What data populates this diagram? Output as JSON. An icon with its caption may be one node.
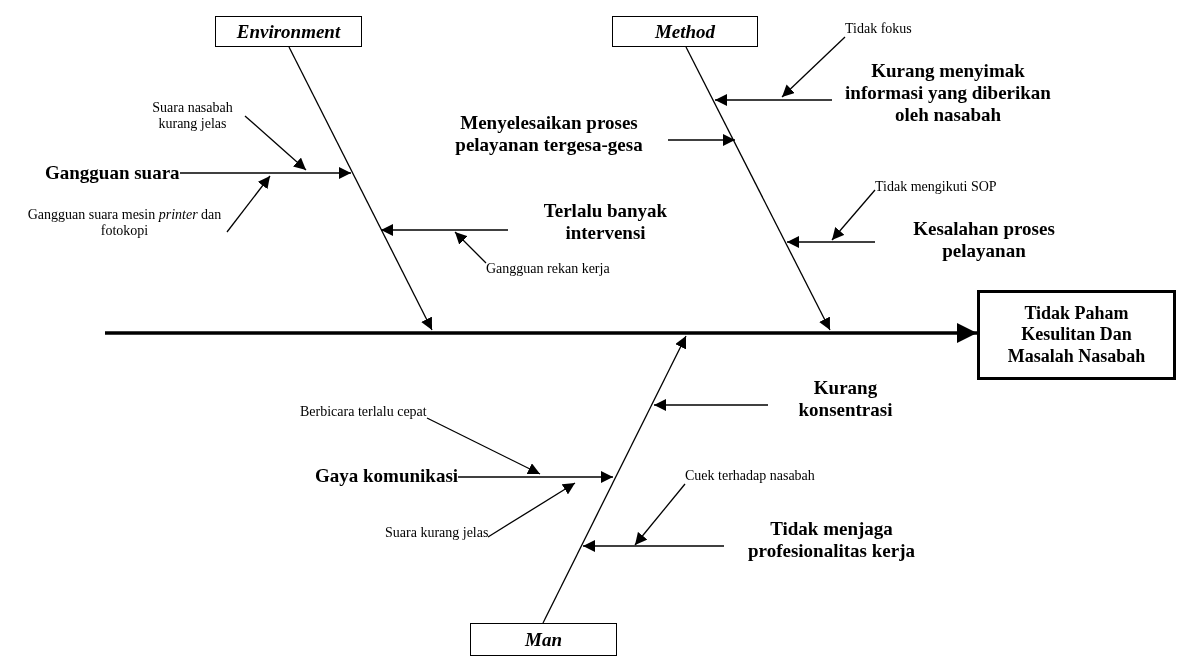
{
  "diagram": {
    "nodes": [
      {
        "text": [
          "Environment"
        ]
      },
      {
        "text": [
          "Method"
        ]
      },
      {
        "text": [
          "Man"
        ]
      },
      {
        "text": [
          "Tidak Paham Kesulitan Dan Masalah Nasabah"
        ]
      },
      {
        "text": [
          "Gangguan suara"
        ]
      },
      {
        "text": [
          "Suara nasabah kurang jelas"
        ]
      },
      {
        "text": [
          "Gangguan suara mesin *printer* dan fotokopi"
        ]
      },
      {
        "text": [
          "Terlalu banyak intervensi"
        ]
      },
      {
        "text": [
          "Gangguan rekan kerja"
        ]
      },
      {
        "text": [
          "Tidak fokus"
        ]
      },
      {
        "text": [
          "Kurang menyimak informasi yang diberikan oleh nasabah"
        ]
      },
      {
        "text": [
          "Menyelesaikan proses pelayanan tergesa-gesa"
        ]
      },
      {
        "text": [
          "Tidak mengikuti SOP"
        ]
      },
      {
        "text": [
          "Kesalahan proses pelayanan"
        ]
      },
      {
        "text": [
          "Kurang konsentrasi"
        ]
      },
      {
        "text": [
          "Berbicara terlalu cepat"
        ]
      },
      {
        "text": [
          "Gaya komunikasi"
        ]
      },
      {
        "text": [
          "Suara kurang jelas"
        ]
      },
      {
        "text": [
          "Cuek terhadap nasabah"
        ]
      },
      {
        "text": [
          "Tidak menjaga profesionalitas kerja"
        ]
      }
    ],
    "edges": [
      {
        "from": null,
        "to": 3,
        "arrow": "to",
        "style": "thick"
      },
      {
        "from": 0,
        "to": null,
        "arrow": "to"
      },
      {
        "from": 1,
        "to": null,
        "arrow": "to"
      },
      {
        "from": 2,
        "to": null,
        "arrow": "to"
      },
      {
        "from": 4,
        "to": null,
        "arrow": "to"
      },
      {
        "from": 5,
        "to": null,
        "arrow": "to"
      },
      {
        "from": 6,
        "to": null,
        "arrow": "to"
      },
      {
        "from": 7,
        "to": null,
        "arrow": "to"
      },
      {
        "from": 8,
        "to": null,
        "arrow": "to"
      },
      {
        "from": 9,
        "to": null,
        "arrow": "to"
      },
      {
        "from": 10,
        "to": null,
        "arrow": "to"
      },
      {
        "from": 11,
        "to": null,
        "arrow": "to"
      },
      {
        "from": 12,
        "to": null,
        "arrow": "to"
      },
      {
        "from": 13,
        "to": null,
        "arrow": "to"
      },
      {
        "from": 14,
        "to": null,
        "arrow": "to"
      },
      {
        "from": 15,
        "to": null,
        "arrow": "to"
      },
      {
        "from": 16,
        "to": null,
        "arrow": "to"
      },
      {
        "from": 17,
        "to": null,
        "arrow": "to"
      },
      {
        "from": 18,
        "to": null,
        "arrow": "to"
      },
      {
        "from": 19,
        "to": null,
        "arrow": "to"
      }
    ]
  }
}
